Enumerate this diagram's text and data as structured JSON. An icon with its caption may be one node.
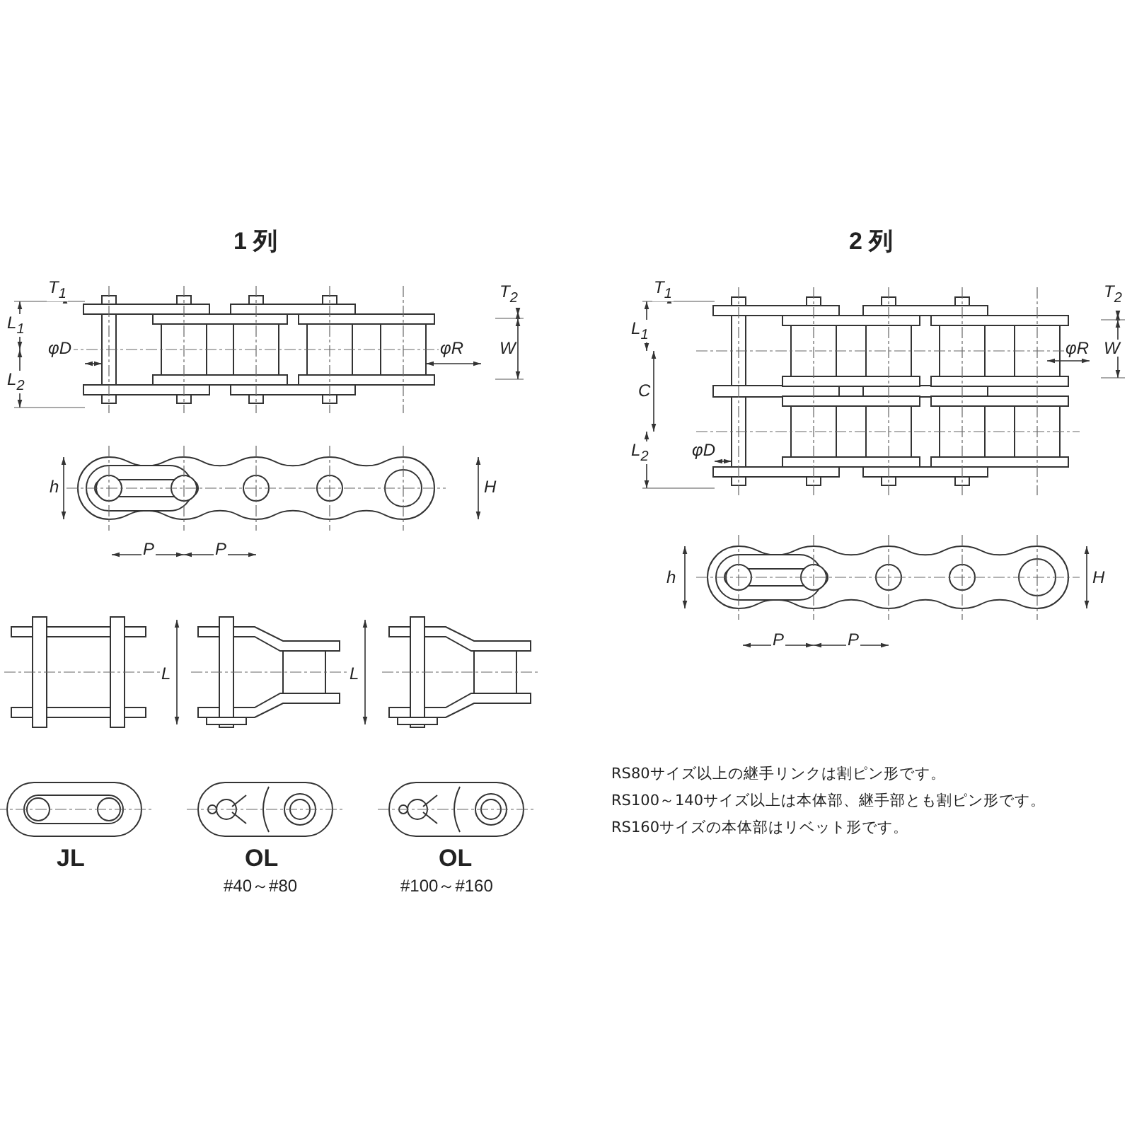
{
  "diagram": {
    "labels": [
      "1 列",
      "T$_{1}$",
      "T$_{2}$",
      "L$_{1}$",
      "L$_{2}$",
      "φD",
      "φR",
      "W",
      "h",
      "H",
      "P",
      "P",
      "2 列",
      "T$_{1}$",
      "T$_{2}$",
      "L$_{1}$",
      "φR",
      "W",
      "C",
      "L$_{2}$",
      "φD",
      "h",
      "H",
      "P",
      "P",
      "L",
      "L",
      "JL",
      "OL",
      "#40～#80",
      "OL",
      "#100～#160",
      "RS80サイズ以上の継手リンクは割ピン形です。",
      "RS100～140サイズ以上は本体部、継手部とも割ピン形です。",
      "RS160サイズの本体部はリベット形です。"
    ]
  }
}
